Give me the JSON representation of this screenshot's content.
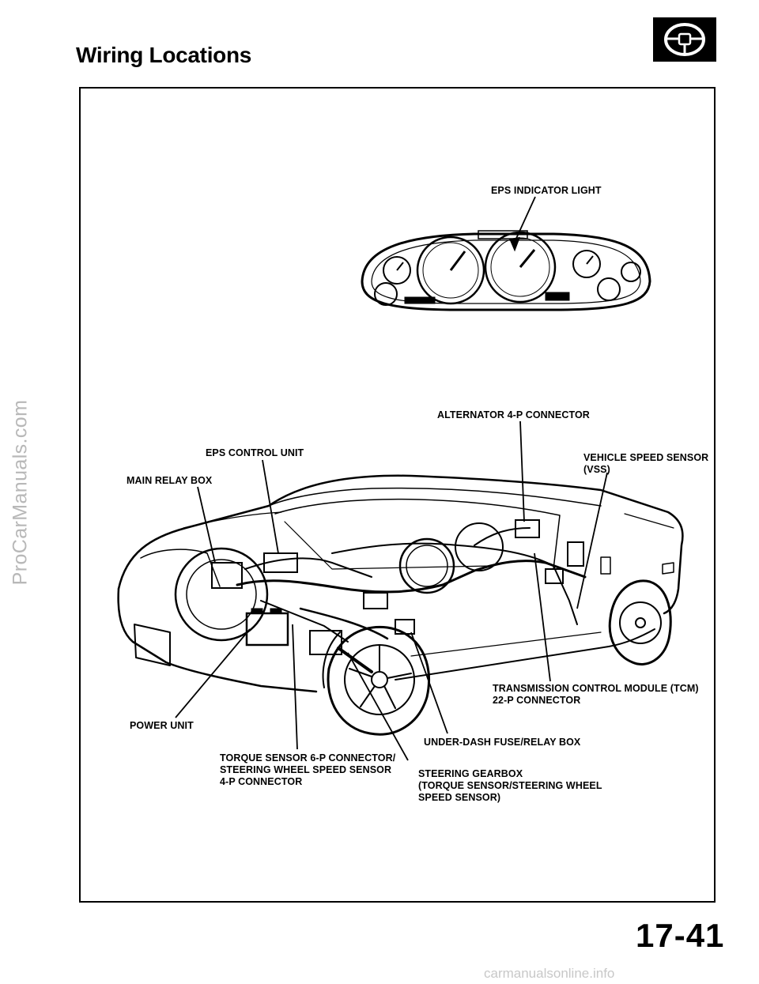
{
  "header": {
    "title": "Wiring  Locations",
    "section_icon": "steering-wheel-icon"
  },
  "sidebar": {
    "watermark": "ProCarManuals.com"
  },
  "figure": {
    "subject": "car-cutaway-drawing",
    "labels": {
      "eps_indicator_light": "EPS INDICATOR LIGHT",
      "alternator_connector": "ALTERNATOR 4-P CONNECTOR",
      "eps_control_unit": "EPS CONTROL UNIT",
      "vss_line1": "VEHICLE SPEED SENSOR",
      "vss_line2": "(VSS)",
      "main_relay_box": "MAIN RELAY BOX",
      "tcm_line1": "TRANSMISSION CONTROL MODULE (TCM)",
      "tcm_line2": "22-P CONNECTOR",
      "power_unit": "POWER UNIT",
      "under_dash": "UNDER-DASH FUSE/RELAY BOX",
      "torque_line1": "TORQUE SENSOR 6-P CONNECTOR/",
      "torque_line2": "STEERING WHEEL SPEED SENSOR",
      "torque_line3": "4-P CONNECTOR",
      "gearbox_line1": "STEERING GEARBOX",
      "gearbox_line2": "(TORQUE SENSOR/STEERING WHEEL",
      "gearbox_line3": "SPEED SENSOR)"
    }
  },
  "footer": {
    "page_number": "17-41",
    "watermark": "carmanualsonline.info"
  }
}
